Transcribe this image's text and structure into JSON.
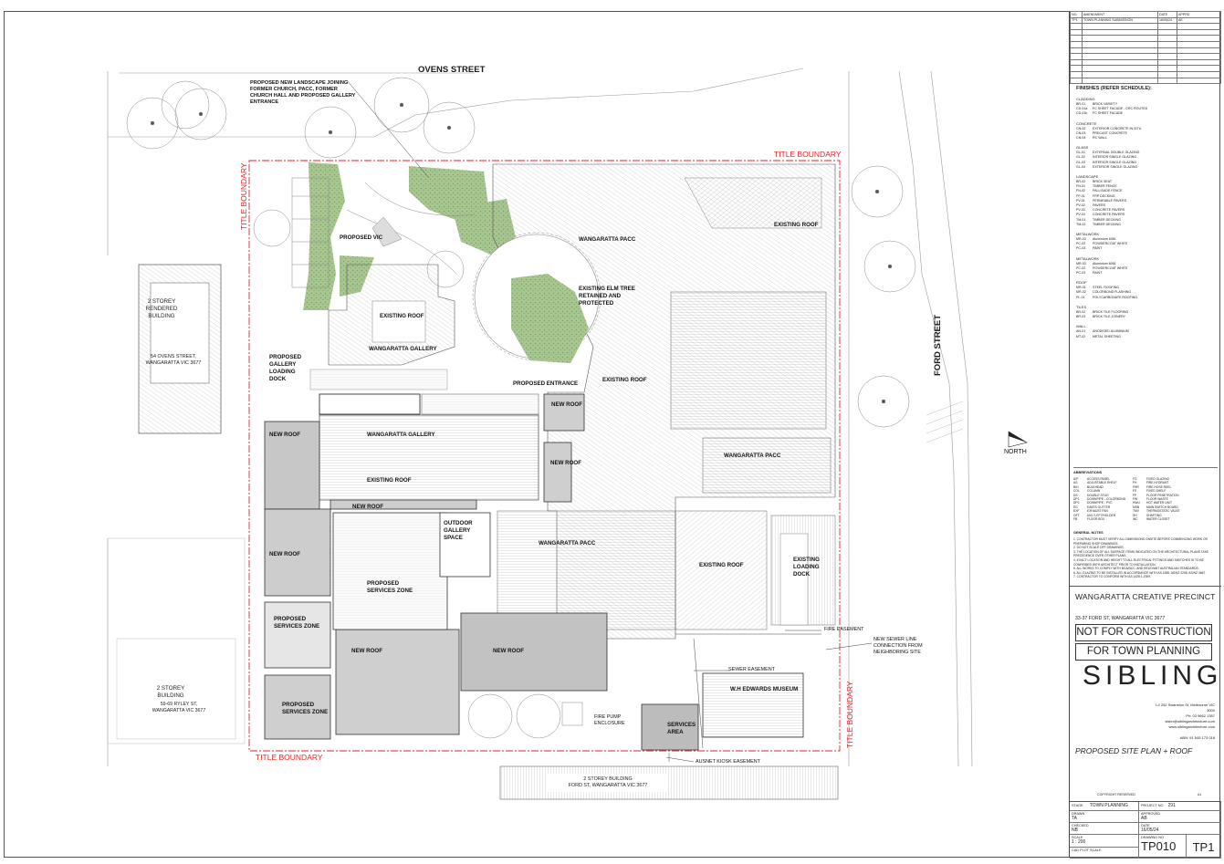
{
  "streets": {
    "north": "OVENS STREET",
    "east": "FORD STREET"
  },
  "boundary_labels": {
    "top": "TITLE BOUNDARY",
    "left": "TITLE BOUNDARY",
    "bottom": "TITLE BOUNDARY",
    "right": "TITLE BOUNDARY"
  },
  "plan_labels": {
    "landscape_note": [
      "PROPOSED NEW LANDSCAPE JOINING",
      "FORMER CHURCH, PACC, FORMER",
      "CHURCH HALL AND PROPOSED GALLERY",
      "ENTRANCE"
    ],
    "proposed_vic": "PROPOSED VIC",
    "existing_roof": "EXISTING ROOF",
    "wangaratta_pacc": "WANGARATTA PACC",
    "elm_tree": [
      "EXISTING ELM TREE",
      "RETAINED AND",
      "PROTECTED"
    ],
    "wangaratta_gallery": "WANGARATTA GALLERY",
    "proposed_gallery_loading": [
      "PROPOSED",
      "GALLERY",
      "LOADING",
      "DOCK"
    ],
    "proposed_entrance": "PROPOSED ENTRANCE",
    "new_roof": "NEW ROOF",
    "outdoor_gallery": [
      "OUTDOOR",
      "GALLERY",
      "SPACE"
    ],
    "proposed_services_zone": [
      "PROPOSED",
      "SERVICES ZONE"
    ],
    "existing_loading_dock": [
      "EXISTING",
      "LOADING",
      "DOCK"
    ],
    "fire_easement": "FIRE EASEMENT",
    "sewer_line": [
      "NEW SEWER LINE",
      "CONNECTION FROM",
      "NEIGHBORING SITE"
    ],
    "sewer_easement": "SEWER EASEMENT",
    "wh_edwards": "W.H EDWARDS MUSEUM",
    "services_area": [
      "SERVICES",
      "AREA"
    ],
    "fire_pump": [
      "FIRE PUMP",
      "ENCLOSURE"
    ],
    "ausnet": "AUSNET KIOSK EASEMENT",
    "north": "NORTH"
  },
  "neighbours": {
    "ovens_building": [
      "2 STOREY",
      "RENDERED",
      "BUILDING"
    ],
    "ovens_address": [
      "54 OVENS STREET,",
      "WANGARATTA VIC 3677"
    ],
    "ryley_building": [
      "2 STOREY",
      "BUILDING"
    ],
    "ryley_address": [
      "59-69 RYLEY ST,",
      "WANGARATTA VIC 3677"
    ],
    "ford_building": [
      "2 STOREY BUILDING",
      "FORD ST, WANGARATTA VIC 3677"
    ]
  },
  "title_block": {
    "revisions": {
      "headers": [
        "NO.",
        "AMENDMENT",
        "DATE",
        "APPRD"
      ],
      "rows": [
        [
          "TP1",
          "TOWN PLANNING SUBMISSION",
          "16/05/24",
          "AE"
        ]
      ]
    },
    "finishes_title": "FINISHES (REFER SCHEDULE):",
    "finishes": [
      {
        "head": "CLADDING",
        "items": [
          [
            "BR-01",
            "BRICK VARIETY"
          ],
          [
            "CD-01a",
            "FC SHEET FACADE - CRC ROUTED"
          ],
          [
            "CD-01b",
            "FC SHEET FACADE"
          ]
        ]
      },
      {
        "head": "CONCRETE",
        "items": [
          [
            "CN-02",
            "EXTERIOR CONCRETE IN SITU"
          ],
          [
            "CN-03",
            "PRECAST CONCRETE"
          ],
          [
            "CN-04",
            "RC WALL"
          ]
        ]
      },
      {
        "head": "GLASS",
        "items": [
          [
            "GL-01",
            "EXTERNAL DOUBLE GLAZING"
          ],
          [
            "GL-02",
            "INTERIOR SINGLE GLAZING"
          ],
          [
            "GL-03",
            "INTERIOR SINGLE GLAZING"
          ],
          [
            "GL-04",
            "EXTERIOR SINGLE GLAZING"
          ]
        ]
      },
      {
        "head": "LANDSCAPE",
        "items": [
          [
            "BR-02",
            "BRICK SEAT"
          ],
          [
            "FN-01",
            "TIMBER FENCE"
          ],
          [
            "FN-02",
            "PALLISADE FENCE"
          ],
          [
            "FP-01",
            "FRP DECKING"
          ],
          [
            "PV-01",
            "PERMEABLE PAVERS"
          ],
          [
            "PV-02",
            "PAVERS"
          ],
          [
            "PV-03",
            "CONCRETE PAVERS"
          ],
          [
            "PV-04",
            "CONCRETE PAVERS"
          ],
          [
            "TM-01",
            "TIMBER DECKING"
          ],
          [
            "TM-02",
            "TIMBER DECKING"
          ]
        ]
      },
      {
        "head": "METALWORK",
        "items": [
          [
            "MR-03",
            "Aluminium 6061"
          ],
          [
            "PC-02",
            "POWDERCOAT WHITE"
          ],
          [
            "PC-03",
            "PAINT"
          ]
        ]
      },
      {
        "head": "METALWORK",
        "items": [
          [
            "MR-03",
            "Aluminium 6061"
          ],
          [
            "PC-02",
            "POWDERCOAT WHITE"
          ],
          [
            "PC-03",
            "PAINT"
          ]
        ]
      },
      {
        "head": "ROOF",
        "items": [
          [
            "MR-01",
            "STEEL ROOFING"
          ],
          [
            "MR-02",
            "COLORBOND FLASHING"
          ],
          [
            "PL-01",
            "POLYCARBONATE ROOFING"
          ]
        ]
      },
      {
        "head": "TILES",
        "items": [
          [
            "BR-02",
            "BRICK TILE FLOORING"
          ],
          [
            "BR-03",
            "BRICK TILE JOINERY"
          ]
        ]
      },
      {
        "head": "WALL",
        "items": [
          [
            "AN-01",
            "ANODISED ALUMINIUM"
          ],
          [
            "MT-02",
            "METAL SHEETING"
          ]
        ]
      }
    ],
    "abbreviations_title": "ABBREVIATIONS",
    "abbreviations": [
      [
        "A/P",
        "ACCESS PANEL",
        "FG",
        "FIXED GLAZING"
      ],
      [
        "AS",
        "ADJUSTABLE SHELF",
        "FH",
        "FIRE HYDRANT"
      ],
      [
        "B/H",
        "BULKHEAD",
        "FHR",
        "FIRE HOSE REEL"
      ],
      [
        "COL",
        "COLUMN",
        "FS",
        "FIXED SHELF"
      ],
      [
        "DS",
        "DOUBLE STUD",
        "FP",
        "FLOOR PENETRATION"
      ],
      [
        "DP1",
        "DOWNPIPE - COLORBOND",
        "FW",
        "FLOOR WASTE"
      ],
      [
        "DP2",
        "DOWNPIPE - PVC",
        "HWU",
        "HOT WATER UNIT"
      ],
      [
        "EG",
        "EAVES GUTTER",
        "MSB",
        "MAIN SWITCH BOARD"
      ],
      [
        "EXF",
        "EXHAUST FAN",
        "TMV",
        "THERMOSTATIC VALVE"
      ],
      [
        "OFT",
        "UNI / LEFT/HOLDER",
        "SH",
        "SHAFTING"
      ],
      [
        "FB",
        "FLOOR BOX",
        "WC",
        "WATER CLOSET"
      ]
    ],
    "notes_title": "GENERAL NOTES",
    "notes": [
      "1. CONTRACTOR MUST VERIFY ALL DIMENSIONS ONSITE BEFORE COMMENCING WORK OR PREPARING SHOP DRAWINGS.",
      "2. DO NOT SCALE OFF DRAWINGS.",
      "3. THE LOCATION OF ALL SURFACE ITEMS INDICATED ON THE ARCHITECTURAL PLANS TAKE PRECEDENCE OVER OTHER PLANS.",
      "4. EXACT LOCATION AND HEIGHT TO ALL ELECTRICAL FITTINGS AND SWITCHES IS TO BE CONFIRMED WITH ARCHITECT PRIOR TO INSTALLATION.",
      "5. ALL WORKS TO COMPLY WITH BCA/NCC, AND RELEVANT AUSTRALIAN STANDARDS.",
      "6. ALL GLAZING TO BE INSTALLED IN ACCORDANCE WITH AS 1288, AS/NZ 2208, AS/NZ 4667.",
      "7. CONTRACTOR TO CONFORM WITH AS 1428.1-2009."
    ],
    "project_name": "WANGARATTA CREATIVE PRECINCT",
    "project_address": "33-37 FORD ST, WANGARATTA VIC 3677",
    "status1": "NOT FOR CONSTRUCTION",
    "status2": "FOR TOWN PLANNING",
    "logo": "SIBLING",
    "contact": [
      "L4 252 Swanston St, Melbourne VIC 3000",
      "Ph: 03 9662 1357",
      "sister@siblingarchitecture.com",
      "www.siblingarchitecture.com",
      "ABN: 91 545 173 018"
    ],
    "drawing_title": "PROPOSED SITE PLAN + ROOF",
    "copyright": "COPYRIGHT RESERVED",
    "sheet_size": "A1",
    "stage_label": "STAGE",
    "stage": "TOWN PLANNING",
    "project_no_label": "PROJECT NO",
    "project_no": "291",
    "drawn_label": "DRAWN",
    "drawn": "TA",
    "approved_label": "APPROVED",
    "approved": "AB",
    "checked_label": "CHECKED",
    "checked": "NB",
    "date_label": "DATE",
    "date": "16/05/24",
    "scale_label": "SCALE",
    "scale": "1 : 200",
    "drawing_no_label": "DRAWING NO",
    "drawing_no": "TP010",
    "revision": "TP1",
    "cad_label": "CAD PLOT SCALE"
  },
  "colors": {
    "boundary": "#e0262c",
    "green": "#9fbf85",
    "grey_roof": "#c9c9c9",
    "line": "#333333"
  }
}
